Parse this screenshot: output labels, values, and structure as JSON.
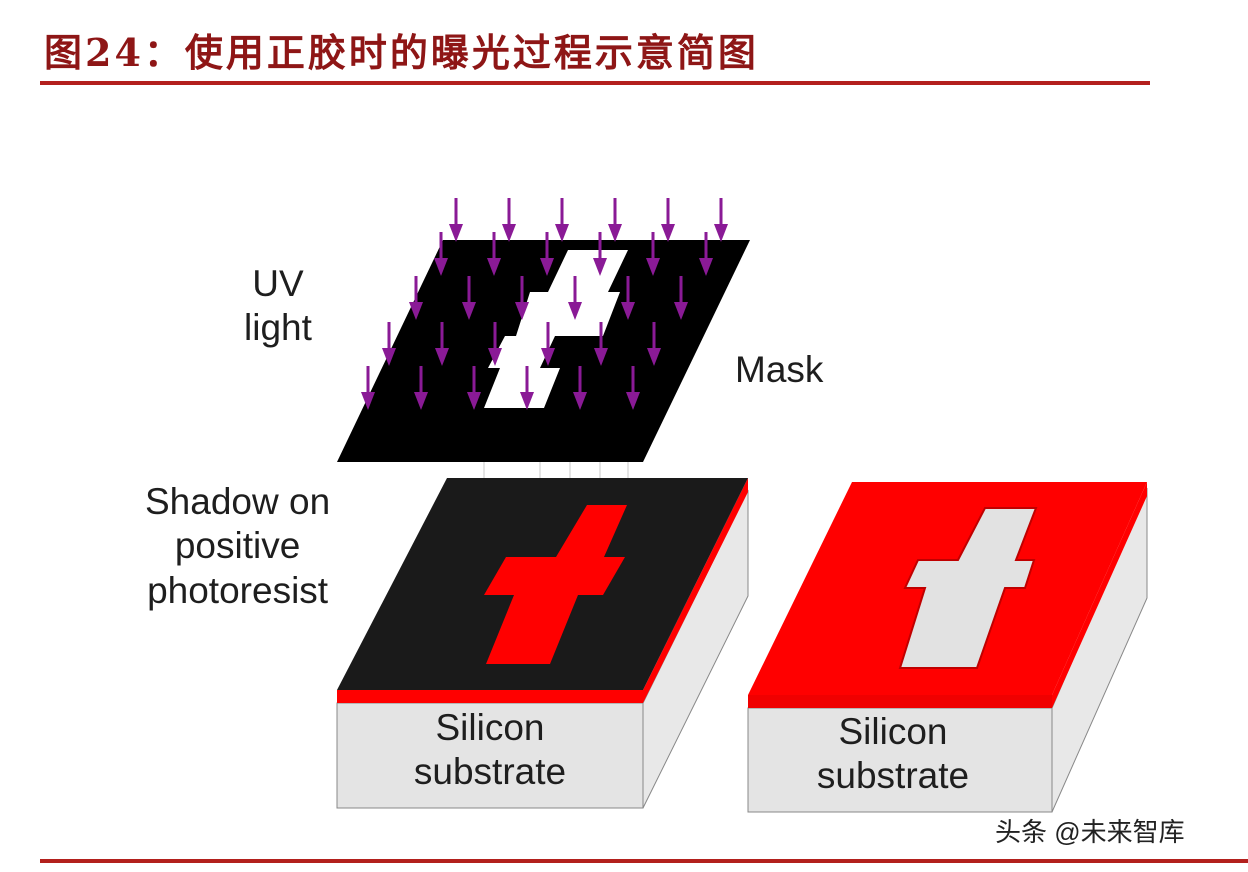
{
  "title": "图24：使用正胶时的曝光过程示意简图",
  "labels": {
    "uv_light": [
      "UV",
      "light"
    ],
    "mask": "Mask",
    "shadow": [
      "Shadow on",
      "positive",
      "photoresist"
    ],
    "substrate_left": [
      "Silicon",
      "substrate"
    ],
    "substrate_right": [
      "Silicon",
      "substrate"
    ]
  },
  "watermark": "头条 @未来智库",
  "colors": {
    "title": "#8e1616",
    "rule": "#b3201d",
    "mask": "#000000",
    "uv_arrow": "#8a1a96",
    "photoresist": "#ff0000",
    "exposed_resist": "#1a1a1a",
    "substrate": "#e4e4e4"
  }
}
